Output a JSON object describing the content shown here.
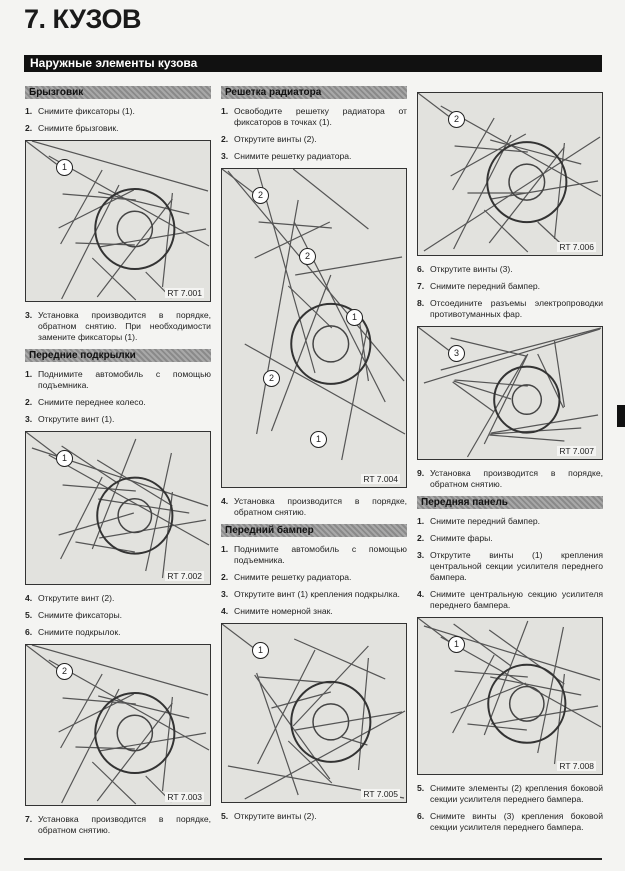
{
  "chapter_title": "7. КУЗОВ",
  "section_title": "Наружные элементы кузова",
  "columns": [
    {
      "blocks": [
        {
          "type": "header",
          "text": "Брызговик"
        },
        {
          "type": "item",
          "num": "1.",
          "text": "Снимите фиксаторы (1)."
        },
        {
          "type": "item",
          "num": "2.",
          "text": "Снимите брызговик."
        },
        {
          "type": "figure",
          "caption": "RT 7.001",
          "callouts": [
            "1"
          ],
          "h": 160
        },
        {
          "type": "item",
          "num": "3.",
          "text": "Установка производится в порядке, обратном снятию. При необходимости замените фиксаторы (1)."
        },
        {
          "type": "header",
          "text": "Передние подкрылки"
        },
        {
          "type": "item",
          "num": "1.",
          "text": "Поднимите автомобиль с помощью подъемника."
        },
        {
          "type": "item",
          "num": "2.",
          "text": "Снимите переднее колесо."
        },
        {
          "type": "item",
          "num": "3.",
          "text": "Открутите винт (1)."
        },
        {
          "type": "figure",
          "caption": "RT 7.002",
          "callouts": [
            "1"
          ],
          "h": 152
        },
        {
          "type": "item",
          "num": "4.",
          "text": "Открутите винт (2)."
        },
        {
          "type": "item",
          "num": "5.",
          "text": "Снимите фиксаторы."
        },
        {
          "type": "item",
          "num": "6.",
          "text": "Снимите подкрылок."
        },
        {
          "type": "figure",
          "caption": "RT 7.003",
          "callouts": [
            "2"
          ],
          "h": 160
        },
        {
          "type": "item",
          "num": "7.",
          "text": "Установка производится в порядке, обратном снятию."
        }
      ]
    },
    {
      "blocks": [
        {
          "type": "header",
          "text": "Решетка радиатора"
        },
        {
          "type": "item",
          "num": "1.",
          "text": "Освободите решетку радиатора от фиксаторов в точках (1)."
        },
        {
          "type": "item",
          "num": "2.",
          "text": "Открутите винты (2)."
        },
        {
          "type": "item",
          "num": "3.",
          "text": "Снимите решетку радиатора."
        },
        {
          "type": "figure",
          "caption": "RT 7.004",
          "callouts": [
            "2",
            "2",
            "1",
            "2",
            "1"
          ],
          "h": 318
        },
        {
          "type": "item",
          "num": "4.",
          "text": "Установка производится в порядке, обратном снятию."
        },
        {
          "type": "header",
          "text": "Передний бампер"
        },
        {
          "type": "item",
          "num": "1.",
          "text": "Поднимите автомобиль с помощью подъемника."
        },
        {
          "type": "item",
          "num": "2.",
          "text": "Снимите решетку радиатора."
        },
        {
          "type": "item",
          "num": "3.",
          "text": "Открутите винт (1) крепления подкрылка."
        },
        {
          "type": "item",
          "num": "4.",
          "text": "Снимите номерной знак."
        },
        {
          "type": "figure",
          "caption": "RT 7.005",
          "callouts": [
            "1"
          ],
          "h": 178
        },
        {
          "type": "item",
          "num": "5.",
          "text": "Открутите винты (2)."
        }
      ]
    },
    {
      "blocks": [
        {
          "type": "figure",
          "caption": "RT 7.006",
          "callouts": [
            "2"
          ],
          "h": 162
        },
        {
          "type": "item",
          "num": "6.",
          "text": "Открутите винты (3)."
        },
        {
          "type": "item",
          "num": "7.",
          "text": "Снимите передний бампер."
        },
        {
          "type": "item",
          "num": "8.",
          "text": "Отсоедините разъемы электропроводки противотуманных фар."
        },
        {
          "type": "figure",
          "caption": "RT 7.007",
          "callouts": [
            "3"
          ],
          "h": 132
        },
        {
          "type": "item",
          "num": "9.",
          "text": "Установка производится в порядке, обратном снятию."
        },
        {
          "type": "header",
          "text": "Передняя панель"
        },
        {
          "type": "item",
          "num": "1.",
          "text": "Снимите передний бампер."
        },
        {
          "type": "item",
          "num": "2.",
          "text": "Снимите фары."
        },
        {
          "type": "item",
          "num": "3.",
          "text": "Открутите винты (1) крепления центральной секции усилителя переднего бампера."
        },
        {
          "type": "item",
          "num": "4.",
          "text": "Снимите центральную секцию усилителя переднего бампера."
        },
        {
          "type": "figure",
          "caption": "RT 7.008",
          "callouts": [
            "1"
          ],
          "h": 156
        },
        {
          "type": "item",
          "num": "5.",
          "text": "Снимите элементы (2) крепления боковой секции усилителя переднего бампера."
        },
        {
          "type": "item",
          "num": "6.",
          "text": "Снимите винты (3) крепления боковой секции усилителя переднего бампера."
        }
      ]
    }
  ]
}
